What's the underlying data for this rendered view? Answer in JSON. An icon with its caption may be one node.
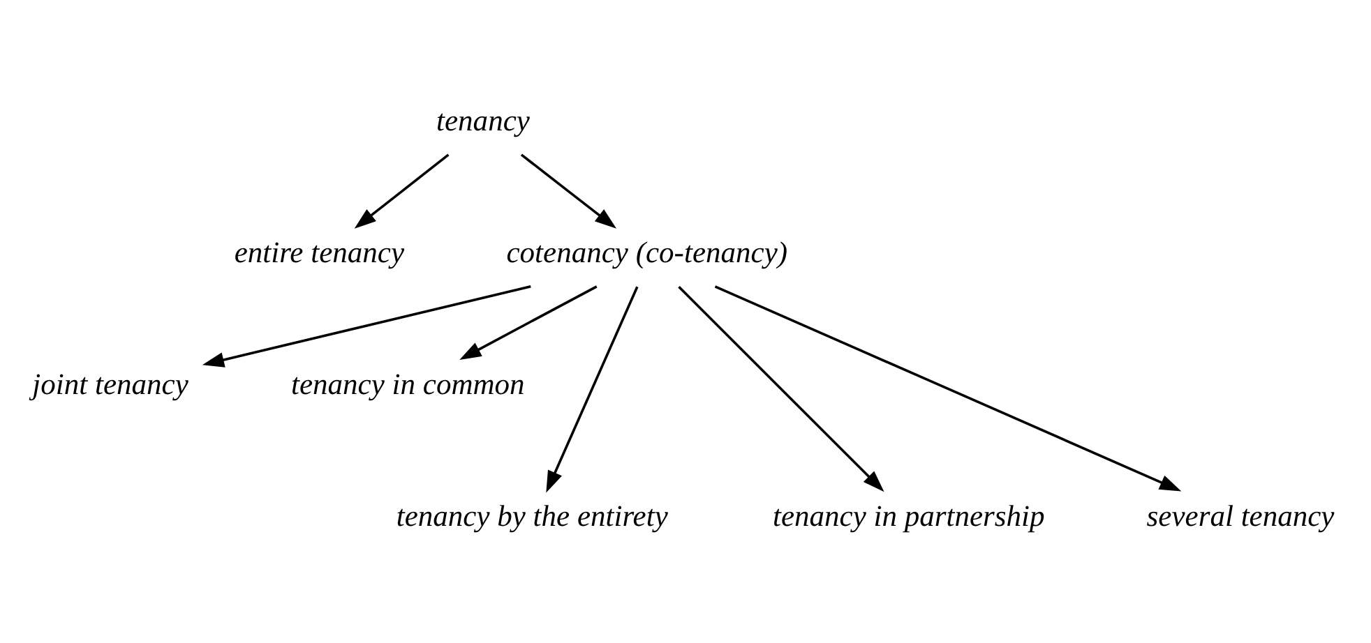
{
  "diagram": {
    "nodes": [
      {
        "text": [
          "tenancy"
        ]
      },
      {
        "text": [
          "entire tenancy"
        ]
      },
      {
        "text": [
          "cotenancy (co-tenancy)"
        ]
      },
      {
        "text": [
          "joint tenancy"
        ]
      },
      {
        "text": [
          "tenancy in common"
        ]
      },
      {
        "text": [
          "tenancy by the entirety"
        ]
      },
      {
        "text": [
          "tenancy in partnership"
        ]
      },
      {
        "text": [
          "several tenancy"
        ]
      }
    ],
    "edges": [
      {
        "from": 0,
        "to": 1,
        "arrow": "to"
      },
      {
        "from": 0,
        "to": 2,
        "arrow": "to"
      },
      {
        "from": 2,
        "to": 3,
        "arrow": "to"
      },
      {
        "from": 2,
        "to": 4,
        "arrow": "to"
      },
      {
        "from": 2,
        "to": 5,
        "arrow": "to"
      },
      {
        "from": 2,
        "to": 6,
        "arrow": "to"
      },
      {
        "from": 2,
        "to": 7,
        "arrow": "to"
      }
    ]
  }
}
